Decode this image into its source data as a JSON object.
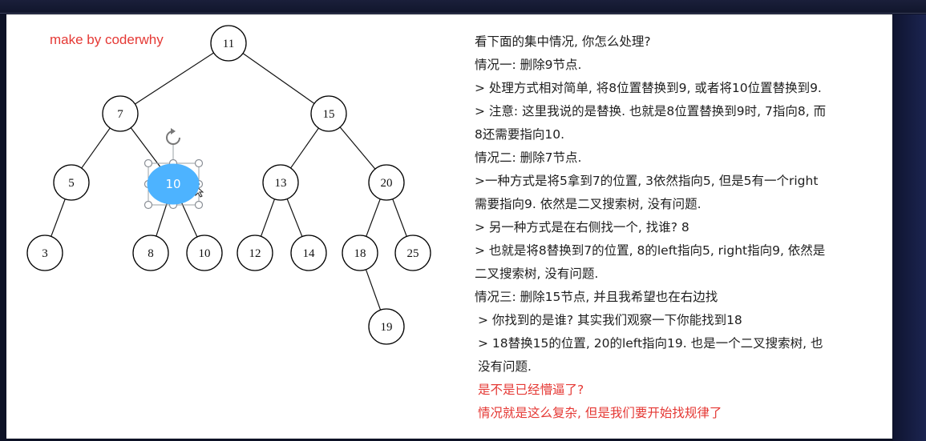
{
  "credit": "make by coderwhy",
  "tree": {
    "nodes": [
      {
        "id": "11",
        "label": "11"
      },
      {
        "id": "7",
        "label": "7"
      },
      {
        "id": "15",
        "label": "15"
      },
      {
        "id": "5",
        "label": "5"
      },
      {
        "id": "9sel",
        "label": "10"
      },
      {
        "id": "13",
        "label": "13"
      },
      {
        "id": "20",
        "label": "20"
      },
      {
        "id": "3",
        "label": "3"
      },
      {
        "id": "8",
        "label": "8"
      },
      {
        "id": "10",
        "label": "10"
      },
      {
        "id": "12",
        "label": "12"
      },
      {
        "id": "14",
        "label": "14"
      },
      {
        "id": "18",
        "label": "18"
      },
      {
        "id": "25",
        "label": "25"
      },
      {
        "id": "19",
        "label": "19"
      }
    ],
    "edges": [
      [
        "11",
        "7"
      ],
      [
        "11",
        "15"
      ],
      [
        "7",
        "5"
      ],
      [
        "7",
        "9sel"
      ],
      [
        "15",
        "13"
      ],
      [
        "15",
        "20"
      ],
      [
        "5",
        "3"
      ],
      [
        "9sel",
        "8"
      ],
      [
        "9sel",
        "10"
      ],
      [
        "13",
        "12"
      ],
      [
        "13",
        "14"
      ],
      [
        "20",
        "18"
      ],
      [
        "20",
        "25"
      ],
      [
        "18",
        "19"
      ]
    ],
    "selected_node": "9sel",
    "selected_color": "#4db3ff"
  },
  "notes": [
    {
      "text": "看下面的集中情况, 你怎么处理?",
      "style": "normal"
    },
    {
      "text": "情况一: 删除9节点.",
      "style": "normal"
    },
    {
      "text": "> 处理方式相对简单, 将8位置替换到9, 或者将10位置替换到9.",
      "style": "normal"
    },
    {
      "text": "> 注意: 这里我说的是替换. 也就是8位置替换到9时, 7指向8, 而",
      "style": "normal"
    },
    {
      "text": "8还需要指向10.",
      "style": "normal"
    },
    {
      "text": "情况二: 删除7节点.",
      "style": "normal"
    },
    {
      "text": ">一种方式是将5拿到7的位置, 3依然指向5, 但是5有一个right",
      "style": "normal"
    },
    {
      "text": "需要指向9. 依然是二叉搜索树, 没有问题.",
      "style": "normal"
    },
    {
      "text": "> 另一种方式是在右侧找一个, 找谁? 8",
      "style": "normal"
    },
    {
      "text": "> 也就是将8替换到7的位置, 8的left指向5, right指向9, 依然是",
      "style": "normal"
    },
    {
      "text": "二叉搜索树, 没有问题.",
      "style": "normal"
    },
    {
      "text": "情况三: 删除15节点, 并且我希望也在右边找",
      "style": "normal"
    },
    {
      "text": "> 你找到的是谁? 其实我们观察一下你能找到18",
      "style": "indent"
    },
    {
      "text": "> 18替换15的位置, 20的left指向19. 也是一个二叉搜索树, 也",
      "style": "indent"
    },
    {
      "text": "没有问题.",
      "style": "indent"
    },
    {
      "text": "是不是已经懵逼了?",
      "style": "red"
    },
    {
      "text": "情况就是这么复杂, 但是我们要开始找规律了",
      "style": "red"
    }
  ]
}
